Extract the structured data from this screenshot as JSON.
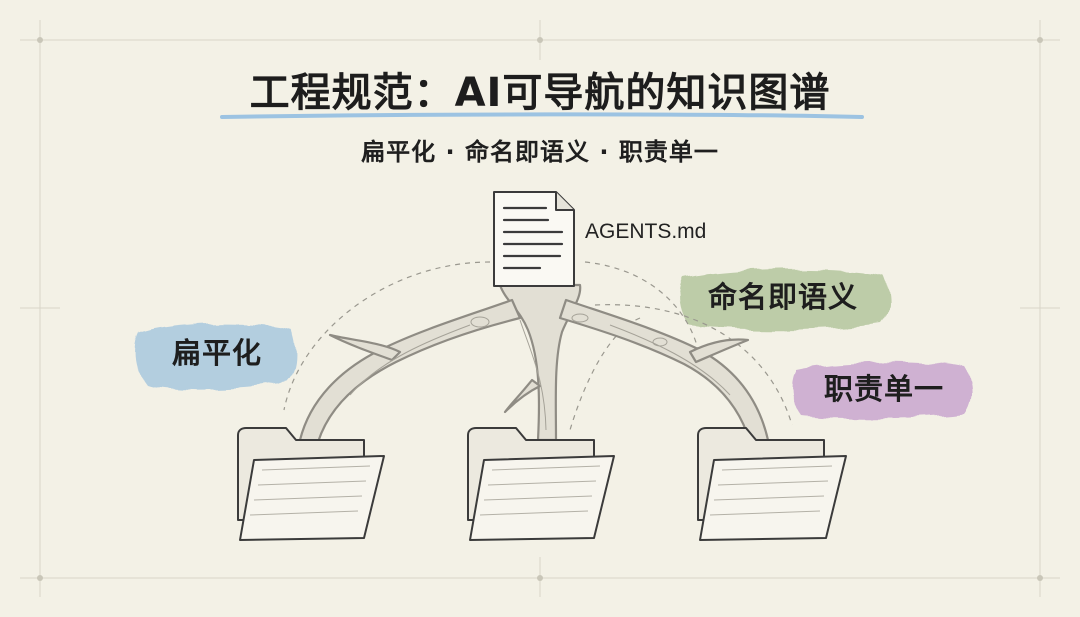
{
  "title": "工程规范：AI可导航的知识图谱",
  "subtitle": "扁平化 · 命名即语义 · 职责单一",
  "root_file": {
    "label": "AGENTS.md",
    "icon": "document-icon"
  },
  "principles": [
    {
      "label": "扁平化",
      "color": "#a9c8de"
    },
    {
      "label": "命名即语义",
      "color": "#b8c9a2"
    },
    {
      "label": "职责单一",
      "color": "#c9a6cf"
    }
  ],
  "folders": [
    {
      "icon": "folder-icon"
    },
    {
      "icon": "folder-icon"
    },
    {
      "icon": "folder-icon"
    }
  ],
  "colors": {
    "background": "#f3f1e6",
    "title_underline": "#9cc3e2",
    "branch": "#8f8c84",
    "ink": "#333333"
  }
}
